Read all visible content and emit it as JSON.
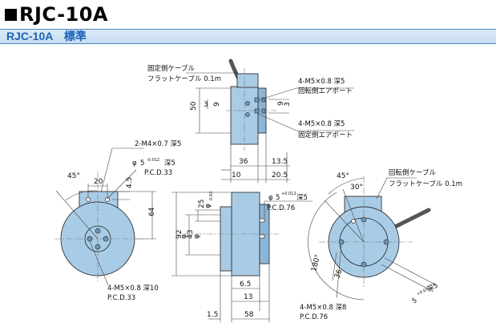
{
  "header": {
    "title": "RJC-10A",
    "subtitle": "RJC-10A　標準"
  },
  "diagram": {
    "top_view": {
      "cable_note": "固定側ケーブル",
      "cable_spec": "フラットケーブル 0.1m",
      "rot_port_thread": "4-M5×0.8 深5",
      "rot_port_label": "回転側エアポート",
      "fix_port_thread": "4-M5×0.8 深5",
      "fix_port_label": "固定側エアポート",
      "dim_50": "50",
      "dim_3a": "3",
      "dim_9a": "9",
      "dim_9b": "9",
      "dim_3b": "3",
      "dim_36": "36",
      "dim_13_5": "13.5",
      "dim_10": "10",
      "dim_20_5": "20.5"
    },
    "front_left": {
      "tap_note": "2-M4×0.7 深5",
      "phi": "φ",
      "pin_dia": "5",
      "pin_tol": "-0.012",
      "pin_depth": "深5",
      "pcd": "P.C.D.33",
      "angle_45": "45°",
      "dim_20": "20",
      "dim_4_5": "4.5",
      "dim_64": "64",
      "bottom_thread": "4-M5×0.8 深10",
      "bottom_pcd": "P.C.D.33"
    },
    "side_view": {
      "phi": "φ",
      "dia_25": "25",
      "dia_25_tol": "0.03",
      "dia_92": "92",
      "dia_43": "43",
      "pin_dia": "5",
      "pin_tol": "+0.012",
      "pin_depth": "深5",
      "pin_pcd": "P.C.D.76",
      "dim_6_5": "6.5",
      "dim_13": "13",
      "dim_1_5": "1.5",
      "dim_58": "58"
    },
    "front_right": {
      "cable_note": "回転側ケーブル",
      "cable_spec": "フラットケーブル 0.1m",
      "angle_45": "45°",
      "angle_30": "30°",
      "angle_180": "180°",
      "dim_36": "36",
      "pin_dia": "5",
      "pin_tol": "+0.012",
      "pin_depth": "深5",
      "bottom_thread": "4-M5×0.8 深8",
      "bottom_pcd": "P.C.D.76"
    }
  }
}
